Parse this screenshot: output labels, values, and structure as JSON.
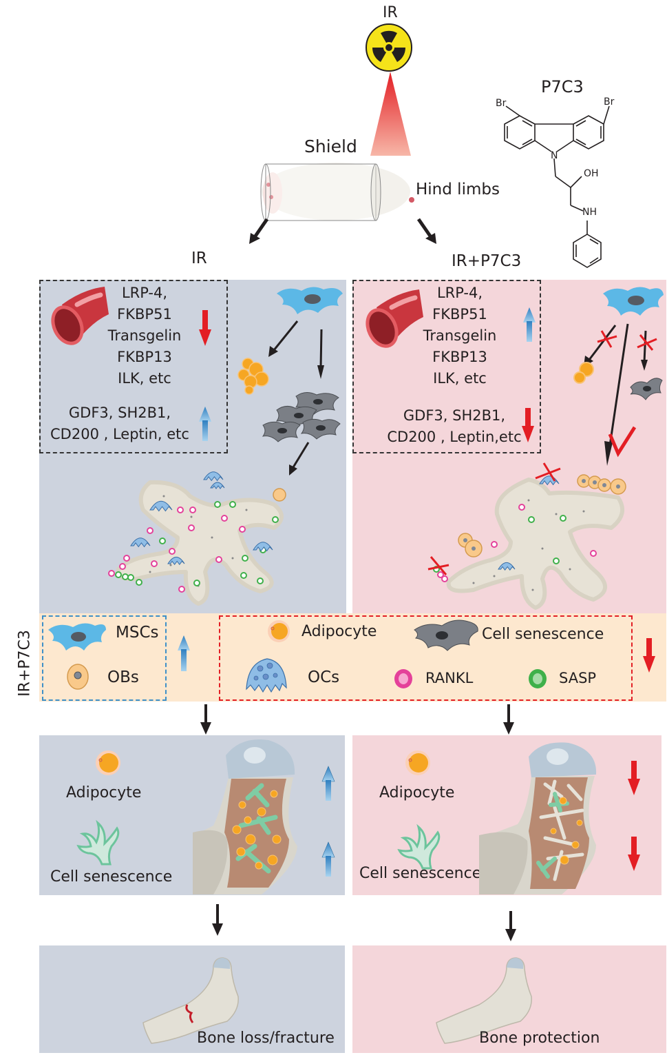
{
  "title": "P7C3 protects against radiation-induced bone loss",
  "top": {
    "ir_label": "IR",
    "shield_label": "Shield",
    "hind_limbs_label": "Hind limbs",
    "compound": {
      "name": "P7C3",
      "atoms": {
        "br_left": "Br",
        "br_right": "Br",
        "n": "N",
        "oh": "OH",
        "nh": "NH"
      }
    },
    "branch_left": "IR",
    "branch_right": "IR+P7C3"
  },
  "ir_panel": {
    "genes_down": [
      "LRP-4,",
      "FKBP51",
      "Transgelin",
      "FKBP13",
      "ILK, etc"
    ],
    "genes_up": [
      "GDF3, SH2B1,",
      "CD200 , Leptin, etc"
    ],
    "genes_down_direction": "down",
    "genes_up_direction": "up"
  },
  "p7c3_panel": {
    "genes_up": [
      "LRP-4,",
      "FKBP51",
      "Transgelin",
      "FKBP13",
      "ILK, etc"
    ],
    "genes_down": [
      "GDF3, SH2B1,",
      "CD200 , Leptin,etc"
    ],
    "genes_up_direction": "up",
    "genes_down_direction": "down"
  },
  "legend": {
    "side_label": "IR+P7C3",
    "increased": {
      "items": [
        {
          "icon": "msc-cell-icon",
          "label": "MSCs"
        },
        {
          "icon": "osteoblast-icon",
          "label": "OBs"
        }
      ],
      "direction": "up"
    },
    "decreased": {
      "items": [
        {
          "icon": "adipocyte-icon",
          "label": "Adipocyte"
        },
        {
          "icon": "senescent-cell-icon",
          "label": "Cell senescence"
        },
        {
          "icon": "osteoclast-icon",
          "label": "OCs"
        },
        {
          "icon": "rankl-icon",
          "label": "RANKL"
        },
        {
          "icon": "sasp-icon",
          "label": "SASP"
        }
      ],
      "direction": "down"
    }
  },
  "marrow": {
    "left": {
      "adipocyte_label": "Adipocyte",
      "senescence_label": "Cell senescence",
      "adipocyte_direction": "up",
      "senescence_direction": "up"
    },
    "right": {
      "adipocyte_label": "Adipocyte",
      "senescence_label": "Cell senescence",
      "adipocyte_direction": "down",
      "senescence_direction": "down"
    }
  },
  "outcome": {
    "left_label": "Bone loss/fracture",
    "right_label": "Bone protection"
  },
  "colors": {
    "ir_panel_bg": "#cdd3de",
    "p7c3_panel_bg": "#f4d6da",
    "legend_bg": "#fde8cf",
    "up_arrow": "#3d8fc8",
    "down_arrow": "#e31e24",
    "radiation_yellow": "#f5e31a",
    "rankl": "#e4419a",
    "sasp": "#3fb04a",
    "adipocyte": "#f6a623",
    "msc": "#5cb8e6"
  }
}
